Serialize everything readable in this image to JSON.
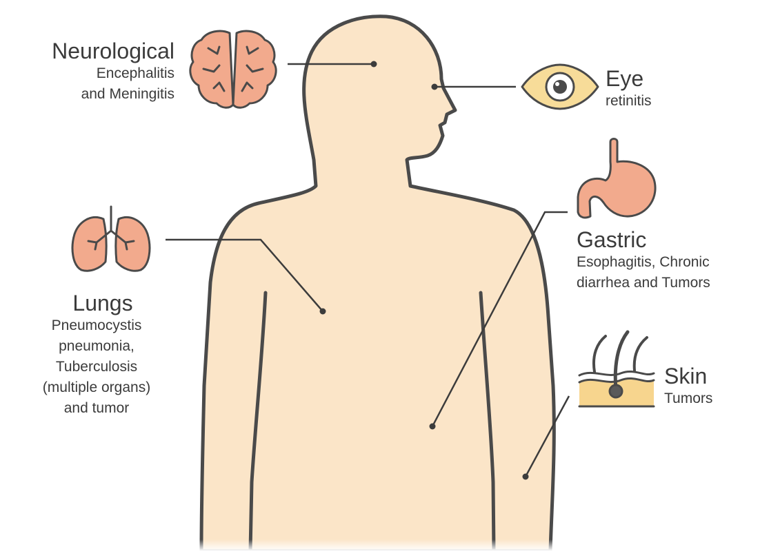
{
  "colors": {
    "body_fill": "#fbe5c8",
    "outline": "#4a4a4a",
    "organ_fill": "#f2aa8d",
    "eye_fill": "#f7dc99",
    "skin_layer": "#f7d58e",
    "leader_line": "#3c3c3c"
  },
  "labels": {
    "neurological": {
      "title": "Neurological",
      "lines": [
        "Encephalitis",
        "and Meningitis"
      ],
      "icon": "brain-icon"
    },
    "eye": {
      "title": "Eye",
      "lines": [
        "retinitis"
      ],
      "icon": "eye-icon"
    },
    "gastric": {
      "title": "Gastric",
      "lines": [
        "Esophagitis, Chronic",
        "diarrhea and Tumors"
      ],
      "icon": "stomach-icon"
    },
    "lungs": {
      "title": "Lungs",
      "lines": [
        "Pneumocystis",
        "pneumonia,",
        "Tuberculosis",
        "(multiple organs)",
        "and tumor"
      ],
      "icon": "lungs-icon"
    },
    "skin": {
      "title": "Skin",
      "lines": [
        "Tumors"
      ],
      "icon": "skin-icon"
    }
  }
}
